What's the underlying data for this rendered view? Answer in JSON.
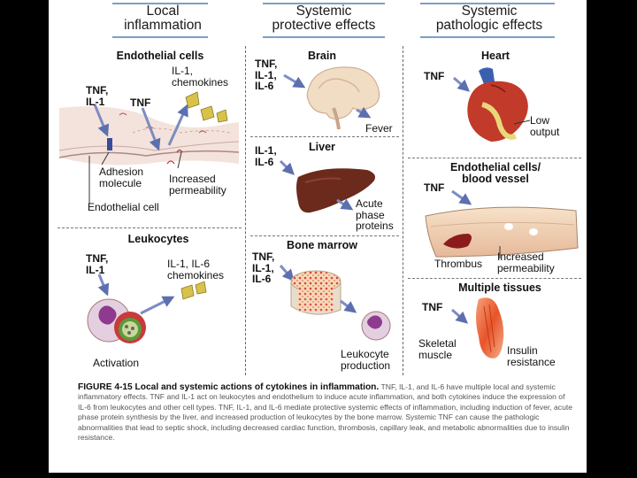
{
  "columns": {
    "local": [
      "Local",
      "inflammation"
    ],
    "protective": [
      "Systemic",
      "protective effects"
    ],
    "pathologic": [
      "Systemic",
      "pathologic effects"
    ]
  },
  "panels": {
    "endothelial": {
      "title": "Endothelial cells",
      "tnf_il1": [
        "TNF,",
        "IL-1"
      ],
      "tnf": "TNF",
      "il1_chemokines": [
        "IL-1,",
        "chemokines"
      ],
      "adhesion": [
        "Adhesion",
        "molecule"
      ],
      "increased_permeability": [
        "Increased",
        "permeability"
      ],
      "endothelial_cell": "Endothelial cell"
    },
    "leukocytes": {
      "title": "Leukocytes",
      "tnf_il1": [
        "TNF,",
        "IL-1"
      ],
      "il1_il6": [
        "IL-1, IL-6",
        "chemokines"
      ],
      "activation": "Activation"
    },
    "brain": {
      "title": "Brain",
      "mediators": [
        "TNF,",
        "IL-1,",
        "IL-6"
      ],
      "fever": "Fever"
    },
    "liver": {
      "title": "Liver",
      "mediators": [
        "IL-1,",
        "IL-6"
      ],
      "acute_phase": [
        "Acute",
        "phase",
        "proteins"
      ]
    },
    "bone_marrow": {
      "title": "Bone marrow",
      "mediators": [
        "TNF,",
        "IL-1,",
        "IL-6"
      ],
      "leukocyte_production": [
        "Leukocyte",
        "production"
      ]
    },
    "heart": {
      "title": "Heart",
      "tnf": "TNF",
      "low_output": [
        "Low",
        "output"
      ]
    },
    "vessel": {
      "title": [
        "Endothelial cells/",
        "blood vessel"
      ],
      "tnf": "TNF",
      "thrombus": "Thrombus",
      "increased_permeability": [
        "Increased",
        "permeability"
      ]
    },
    "tissues": {
      "title": "Multiple tissues",
      "tnf": "TNF",
      "skeletal_muscle": [
        "Skeletal",
        "muscle"
      ],
      "insulin_resistance": [
        "Insulin",
        "resistance"
      ]
    }
  },
  "caption": {
    "title": "FIGURE 4-15 Local and systemic actions of cytokines in inflammation.",
    "body": "TNF, IL-1, and IL-6 have multiple local and systemic inflammatory effects. TNF and IL-1 act on leukocytes and endothelium to induce acute inflammation, and both cytokines induce the expression of IL-6 from leukocytes and other cell types. TNF, IL-1, and IL-6 mediate protective systemic effects of inflammation, including induction of fever, acute phase protein synthesis by the liver, and increased production of leukocytes by the bone marrow. Systemic TNF can cause the pathologic abnormalities that lead to septic shock, including decreased cardiac function, thrombosis, capillary leak, and metabolic abnormalities due to insulin resistance."
  },
  "colors": {
    "arrow": "#7b8cc4",
    "column_rule": "#7aa0c8",
    "cytokine": "#d9c24a",
    "liver": "#6b2a1c",
    "heart": "#c23a2a",
    "muscle": "#e8542a",
    "cell_nucleus": "#8e3a8e",
    "cell_body": "#c93a3a"
  }
}
